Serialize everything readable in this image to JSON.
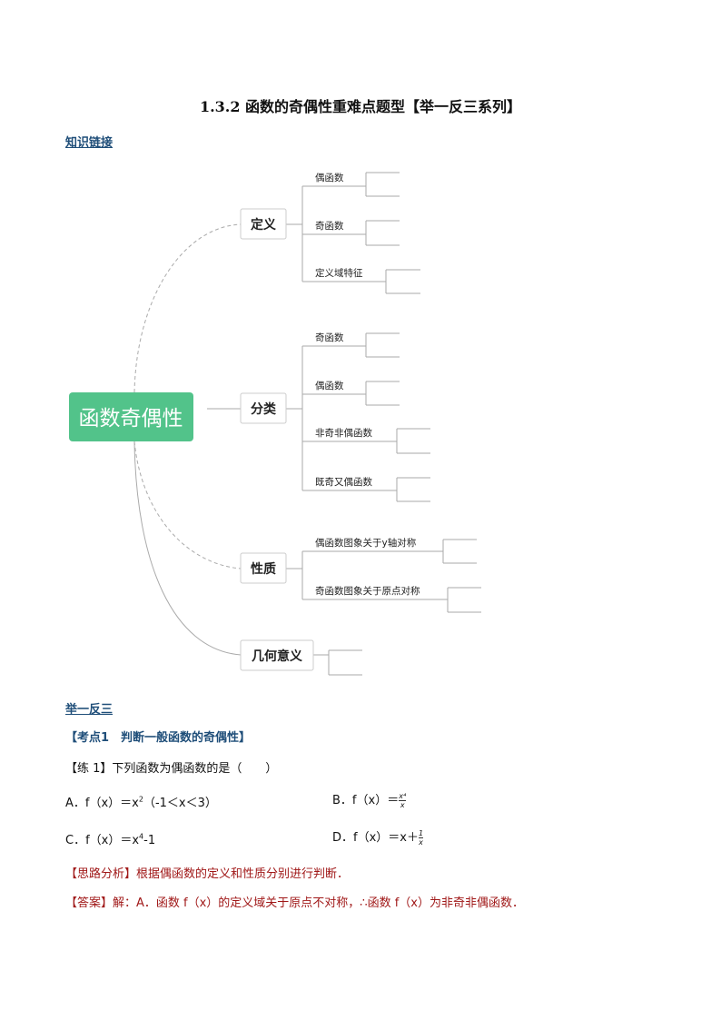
{
  "title": "1.3.2 函数的奇偶性重难点题型【举一反三系列】",
  "section1": "知识链接",
  "mindmap": {
    "root": "函数奇偶性",
    "branches": {
      "def": {
        "label": "定义",
        "children": [
          "偶函数",
          "奇函数",
          "定义域特征"
        ]
      },
      "cls": {
        "label": "分类",
        "children": [
          "奇函数",
          "偶函数",
          "非奇非偶函数",
          "既奇又偶函数"
        ]
      },
      "prop": {
        "label": "性质",
        "children": [
          "偶函数图象关于y轴对称",
          "奇函数图象关于原点对称"
        ]
      },
      "geo": {
        "label": "几何意义"
      }
    },
    "root_color": "#52c38a"
  },
  "section2": "举一反三",
  "kaodian": "【考点1　判断一般函数的奇偶性】",
  "question": {
    "stem": "【练 1】下列函数为偶函数的是（　　）",
    "options": {
      "A": {
        "label": "A．",
        "expr": "f（x）＝x",
        "sup": "2",
        "tail": "（-1＜x＜3）"
      },
      "B": {
        "label": "B．",
        "expr": "f（x）＝",
        "num": "x⁴",
        "den": "x"
      },
      "C": {
        "label": "C．",
        "expr": "f（x）＝x",
        "sup": "4",
        "tail": "-1"
      },
      "D": {
        "label": "D．",
        "expr": "f（x）＝x＋",
        "num": "1",
        "den": "x"
      }
    },
    "analysis_tag": "【思路分析】",
    "analysis": "根据偶函数的定义和性质分别进行判断．",
    "answer_tag": "【答案】",
    "answer": "解：A．函数 f（x）的定义域关于原点不对称，∴函数 f（x）为非奇非偶函数．"
  }
}
